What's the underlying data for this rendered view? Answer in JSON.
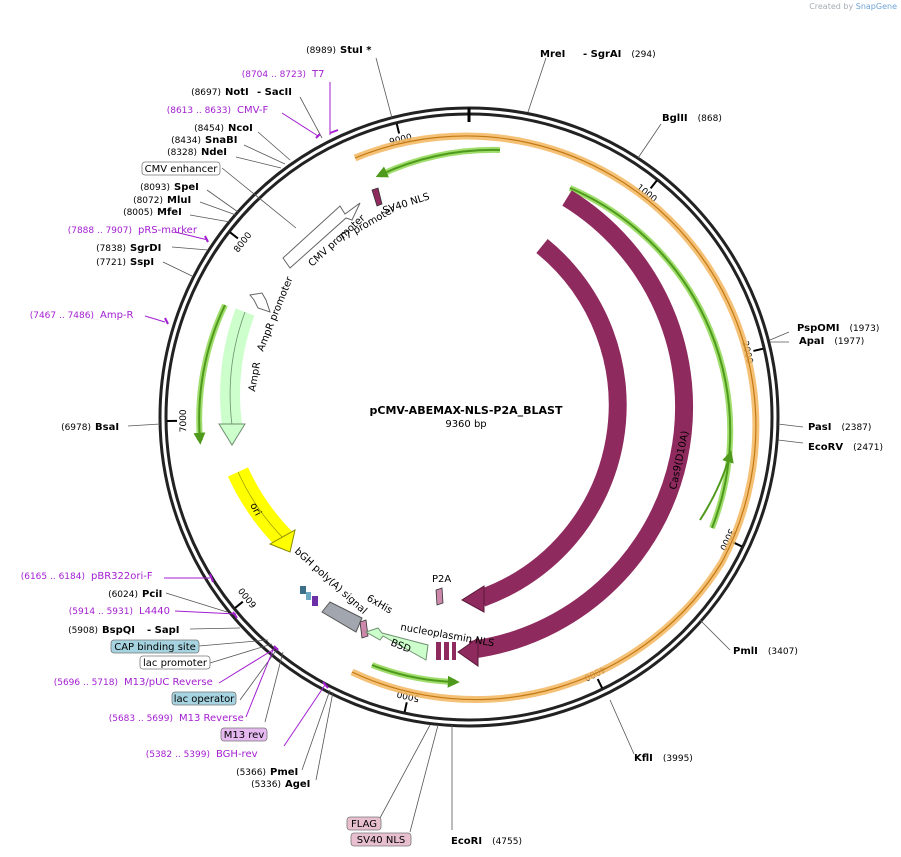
{
  "credit": {
    "prefix": "Created by",
    "brand": "SnapGene"
  },
  "plasmid": {
    "name": "pCMV-ABEMAX-NLS-P2A_BLAST",
    "length": "9360 bp"
  },
  "ticks": [
    "1000",
    "2000",
    "3000",
    "4000",
    "5000",
    "6000",
    "7000",
    "8000",
    "9000"
  ],
  "sites": [
    {
      "name": "StuI *",
      "pos": "(8989)"
    },
    {
      "name": "MreI",
      "pos": ""
    },
    {
      "name": "- SgrAI",
      "pos": "(294)"
    },
    {
      "name": "BglII",
      "pos": "(868)"
    },
    {
      "name": "NotI",
      "pos": "(8697)"
    },
    {
      "name": "- SacII",
      "pos": ""
    },
    {
      "name": "NcoI",
      "pos": "(8454)"
    },
    {
      "name": "SnaBI",
      "pos": "(8434)"
    },
    {
      "name": "NdeI",
      "pos": "(8328)"
    },
    {
      "name": "SpeI",
      "pos": "(8093)"
    },
    {
      "name": "MluI",
      "pos": "(8072)"
    },
    {
      "name": "MfeI",
      "pos": "(8005)"
    },
    {
      "name": "SgrDI",
      "pos": "(7838)"
    },
    {
      "name": "SspI",
      "pos": "(7721)"
    },
    {
      "name": "BsaI",
      "pos": "(6978)"
    },
    {
      "name": "PspOMI",
      "pos": "(1973)"
    },
    {
      "name": "ApaI",
      "pos": "(1977)"
    },
    {
      "name": "PasI",
      "pos": "(2387)"
    },
    {
      "name": "EcoRV",
      "pos": "(2471)"
    },
    {
      "name": "PmlI",
      "pos": "(3407)"
    },
    {
      "name": "KflI",
      "pos": "(3995)"
    },
    {
      "name": "EcoRI",
      "pos": "(4755)"
    },
    {
      "name": "PmeI",
      "pos": "(5366)"
    },
    {
      "name": "AgeI",
      "pos": "(5336)"
    },
    {
      "name": "PciI",
      "pos": "(6024)"
    },
    {
      "name": "BspQI",
      "pos": "(5908)"
    },
    {
      "name": "- SapI",
      "pos": ""
    }
  ],
  "primers": [
    {
      "name": "T7",
      "range": "(8704 .. 8723)"
    },
    {
      "name": "CMV-F",
      "range": "(8613 .. 8633)"
    },
    {
      "name": "pRS-marker",
      "range": "(7888 .. 7907)"
    },
    {
      "name": "Amp-R",
      "range": "(7467 .. 7486)"
    },
    {
      "name": "pBR322ori-F",
      "range": "(6165 .. 6184)"
    },
    {
      "name": "L4440",
      "range": "(5914 .. 5931)"
    },
    {
      "name": "M13/pUC Reverse",
      "range": "(5696 .. 5718)"
    },
    {
      "name": "M13 Reverse",
      "range": "(5683 .. 5699)"
    },
    {
      "name": "BGH-rev",
      "range": "(5382 .. 5399)"
    }
  ],
  "boxes": [
    {
      "text": "CMV enhancer",
      "fill": "#ffffff"
    },
    {
      "text": "CAP binding site",
      "fill": "#a6d3e0"
    },
    {
      "text": "lac promoter",
      "fill": "#ffffff"
    },
    {
      "text": "lac operator",
      "fill": "#a6d3e0"
    },
    {
      "text": "M13 rev",
      "fill": "#e5b8f0"
    },
    {
      "text": "FLAG",
      "fill": "#e8bfce"
    },
    {
      "text": "SV40 NLS",
      "fill": "#e8bfce"
    }
  ],
  "features": {
    "cas9": "Cas9",
    "cas9_d10a": "Cas9(D10A)",
    "ampr": "AmpR",
    "ampr_promoter": "AmpR promoter",
    "cmv_promoter": "CMV promoter",
    "t7_promoter": "T7 promoter",
    "sv40_nls": "SV40 NLS",
    "ori": "ori",
    "bgh": "bGH poly(A) signal",
    "his": "6xHis",
    "bsd": "BSD",
    "nucleoplasmin": "nucleoplasmin NLS",
    "p2a": "P2A"
  },
  "colors": {
    "cas9": "#8f2a5e",
    "primer": "#a31ed1",
    "orange_band": "#f3b65e",
    "green_arrow": "#4f9a1c",
    "ori": "#ffff00",
    "ampr": "#ccffcc",
    "bgh": "#a2a7af"
  }
}
